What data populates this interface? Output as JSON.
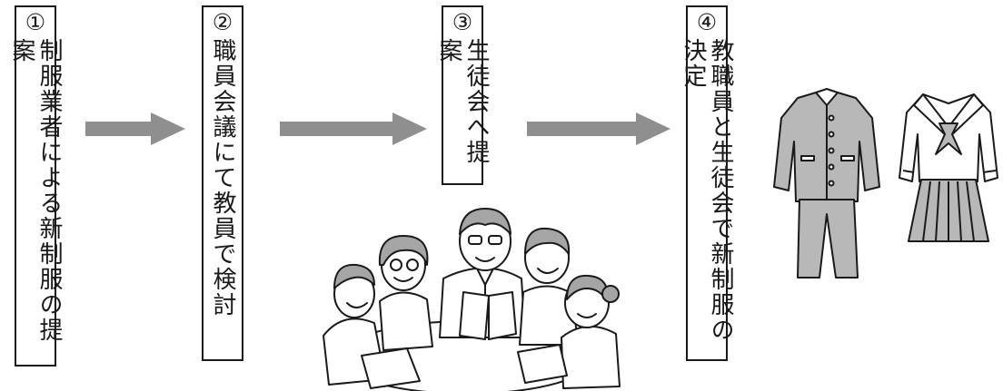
{
  "steps": [
    {
      "num": "①",
      "text": "制服業者による新制服の提案"
    },
    {
      "num": "②",
      "text": "職員会議にて教員で検討"
    },
    {
      "num": "③",
      "text": "生徒会へ提案"
    },
    {
      "num": "④",
      "text": "教職員と生徒会で新制服の決定"
    }
  ],
  "colors": {
    "arrow": "#8f8f8f",
    "border": "#1a1a1a",
    "uniform": "#b8b8b8",
    "hair": "#a5a5a5"
  },
  "icons": [
    "right-arrow-icon",
    "meeting-illustration-icon",
    "gakuran-uniform-icon",
    "sailor-uniform-icon"
  ]
}
